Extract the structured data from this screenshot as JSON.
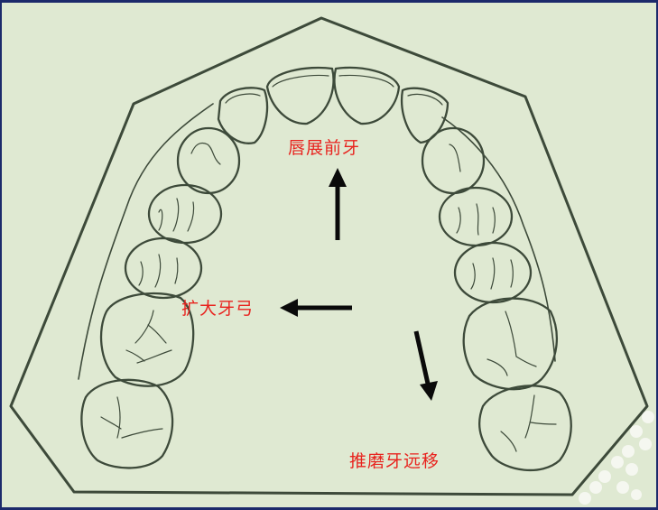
{
  "diagram": {
    "title": "",
    "type": "dental arch treatment diagram",
    "background_color": "#dfe9d2",
    "label_color": "#e8231e",
    "labels": {
      "front": "唇展前牙",
      "expand": "扩大牙弓",
      "distal": "推磨牙远移"
    },
    "arrows": [
      {
        "id": "up",
        "direction": "up",
        "label_ref": "front"
      },
      {
        "id": "left",
        "direction": "left",
        "label_ref": "expand"
      },
      {
        "id": "down",
        "direction": "down-right",
        "label_ref": "distal"
      }
    ],
    "teeth_count": 14
  }
}
